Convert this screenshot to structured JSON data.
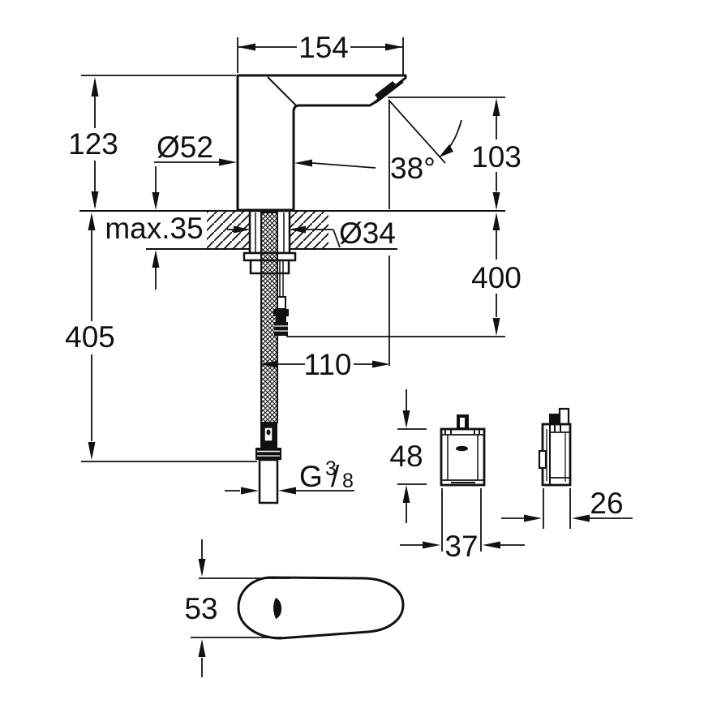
{
  "drawing": {
    "type": "technical-dimension-drawing",
    "subject": "electronic basin faucet with control box, front view, supply hose, control unit views and base top view",
    "ink_color": "#111111",
    "background_color": "#ffffff",
    "labels": {
      "spout_projection": "154",
      "body_height": "123",
      "base_diameter": "Ø52",
      "deck_thickness": "max.35",
      "hole_diameter": "Ø34",
      "outlet_height": "103",
      "cable_length": "400",
      "hose_length": "405",
      "outlet_reach": "110",
      "spray_angle": "38°",
      "thread_letter": "G",
      "thread_numerator": "3",
      "thread_slash": "/",
      "thread_denominator": "8",
      "box_height": "48",
      "box_width": "37",
      "box_depth": "26",
      "base_width": "53"
    }
  }
}
